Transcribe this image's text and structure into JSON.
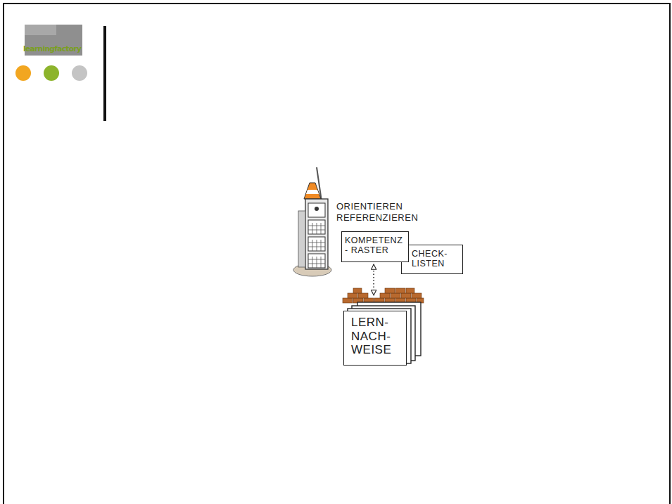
{
  "diagram": {
    "nodes": [
      {
        "text": [
          "KOMPETENZ- RASTER"
        ]
      },
      {
        "text": [
          "CHECK- LISTEN"
        ]
      },
      {
        "text": [
          "LERN- NACH- WEISE"
        ]
      }
    ],
    "edges": [
      {
        "from": 0,
        "to": 2,
        "arrow": "both"
      }
    ],
    "labels": [
      "learningfactory",
      "ORIENTIEREN REFERENZIEREN"
    ]
  }
}
